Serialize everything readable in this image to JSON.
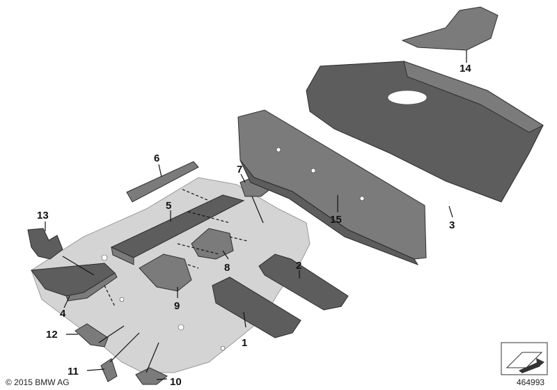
{
  "callouts": [
    {
      "id": "1",
      "label": "1"
    },
    {
      "id": "2",
      "label": "2"
    },
    {
      "id": "3",
      "label": "3"
    },
    {
      "id": "4",
      "label": "4"
    },
    {
      "id": "5",
      "label": "5"
    },
    {
      "id": "6",
      "label": "6"
    },
    {
      "id": "7",
      "label": "7"
    },
    {
      "id": "8",
      "label": "8"
    },
    {
      "id": "9",
      "label": "9"
    },
    {
      "id": "10",
      "label": "10"
    },
    {
      "id": "11",
      "label": "11"
    },
    {
      "id": "12",
      "label": "12"
    },
    {
      "id": "13",
      "label": "13"
    },
    {
      "id": "14",
      "label": "14"
    },
    {
      "id": "15",
      "label": "15"
    }
  ],
  "footer": {
    "copyright": "© 2015 BMW AG",
    "diagram_number": "464993"
  }
}
